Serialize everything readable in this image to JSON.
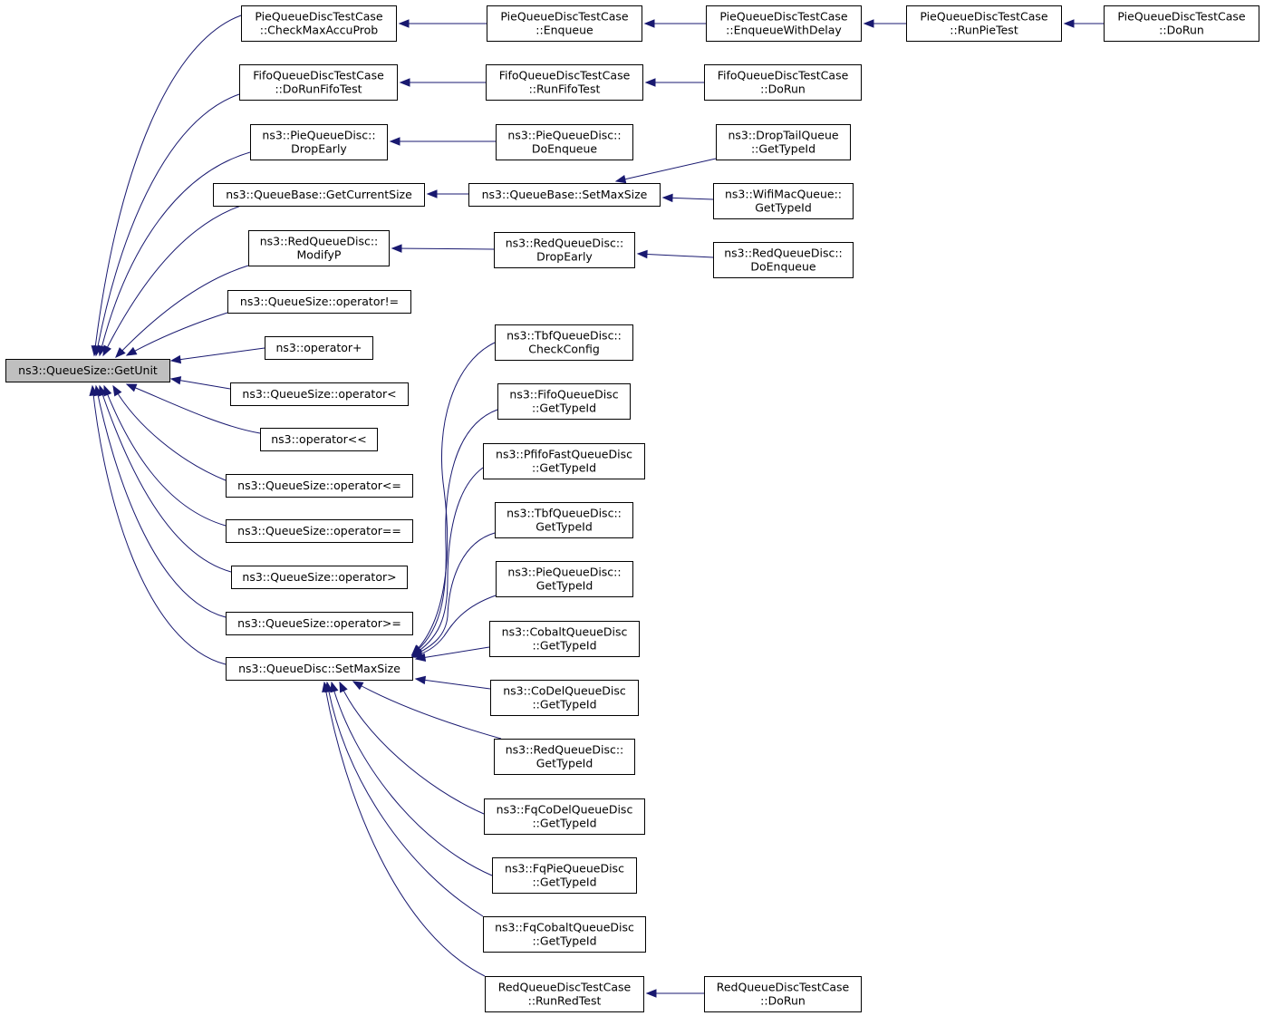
{
  "nodes": [
    {
      "id": "root",
      "lines": [
        "ns3::QueueSize::GetUnit"
      ],
      "root": true
    },
    {
      "id": "pie_checkmax",
      "lines": [
        "PieQueueDiscTestCase",
        "::CheckMaxAccuProb"
      ]
    },
    {
      "id": "pie_enqueue",
      "lines": [
        "PieQueueDiscTestCase",
        "::Enqueue"
      ]
    },
    {
      "id": "pie_enqueue_delay",
      "lines": [
        "PieQueueDiscTestCase",
        "::EnqueueWithDelay"
      ]
    },
    {
      "id": "pie_runpie",
      "lines": [
        "PieQueueDiscTestCase",
        "::RunPieTest"
      ]
    },
    {
      "id": "pie_dorun",
      "lines": [
        "PieQueueDiscTestCase",
        "::DoRun"
      ]
    },
    {
      "id": "fifo_dorunfifo",
      "lines": [
        "FifoQueueDiscTestCase",
        "::DoRunFifoTest"
      ]
    },
    {
      "id": "fifo_runfifo",
      "lines": [
        "FifoQueueDiscTestCase",
        "::RunFifoTest"
      ]
    },
    {
      "id": "fifo_dorun",
      "lines": [
        "FifoQueueDiscTestCase",
        "::DoRun"
      ]
    },
    {
      "id": "pie_dropearly",
      "lines": [
        "ns3::PieQueueDisc::",
        "DropEarly"
      ]
    },
    {
      "id": "pie_doenqueue",
      "lines": [
        "ns3::PieQueueDisc::",
        "DoEnqueue"
      ]
    },
    {
      "id": "qb_getcurrent",
      "lines": [
        "ns3::QueueBase::GetCurrentSize"
      ]
    },
    {
      "id": "qb_setmax",
      "lines": [
        "ns3::QueueBase::SetMaxSize"
      ]
    },
    {
      "id": "droptail_typeid",
      "lines": [
        "ns3::DropTailQueue",
        "::GetTypeId"
      ]
    },
    {
      "id": "wifimac_typeid",
      "lines": [
        "ns3::WifiMacQueue::",
        "GetTypeId"
      ]
    },
    {
      "id": "red_modifyp",
      "lines": [
        "ns3::RedQueueDisc::",
        "ModifyP"
      ]
    },
    {
      "id": "red_dropearly",
      "lines": [
        "ns3::RedQueueDisc::",
        "DropEarly"
      ]
    },
    {
      "id": "red_doenqueue",
      "lines": [
        "ns3::RedQueueDisc::",
        "DoEnqueue"
      ]
    },
    {
      "id": "op_ne",
      "lines": [
        "ns3::QueueSize::operator!="
      ]
    },
    {
      "id": "op_plus",
      "lines": [
        "ns3::operator+"
      ]
    },
    {
      "id": "op_lt",
      "lines": [
        "ns3::QueueSize::operator<"
      ]
    },
    {
      "id": "op_shl",
      "lines": [
        "ns3::operator<<"
      ]
    },
    {
      "id": "op_le",
      "lines": [
        "ns3::QueueSize::operator<="
      ]
    },
    {
      "id": "op_eq",
      "lines": [
        "ns3::QueueSize::operator=="
      ]
    },
    {
      "id": "op_gt",
      "lines": [
        "ns3::QueueSize::operator>"
      ]
    },
    {
      "id": "op_ge",
      "lines": [
        "ns3::QueueSize::operator>="
      ]
    },
    {
      "id": "qd_setmax",
      "lines": [
        "ns3::QueueDisc::SetMaxSize"
      ]
    },
    {
      "id": "tbf_checkconfig",
      "lines": [
        "ns3::TbfQueueDisc::",
        "CheckConfig"
      ]
    },
    {
      "id": "fifo_typeid",
      "lines": [
        "ns3::FifoQueueDisc",
        "::GetTypeId"
      ]
    },
    {
      "id": "pfifo_typeid",
      "lines": [
        "ns3::PfifoFastQueueDisc",
        "::GetTypeId"
      ]
    },
    {
      "id": "tbf_typeid",
      "lines": [
        "ns3::TbfQueueDisc::",
        "GetTypeId"
      ]
    },
    {
      "id": "pie_typeid",
      "lines": [
        "ns3::PieQueueDisc::",
        "GetTypeId"
      ]
    },
    {
      "id": "cobalt_typeid",
      "lines": [
        "ns3::CobaltQueueDisc",
        "::GetTypeId"
      ]
    },
    {
      "id": "codel_typeid",
      "lines": [
        "ns3::CoDelQueueDisc",
        "::GetTypeId"
      ]
    },
    {
      "id": "red_typeid",
      "lines": [
        "ns3::RedQueueDisc::",
        "GetTypeId"
      ]
    },
    {
      "id": "fqcodel_typeid",
      "lines": [
        "ns3::FqCoDelQueueDisc",
        "::GetTypeId"
      ]
    },
    {
      "id": "fqpie_typeid",
      "lines": [
        "ns3::FqPieQueueDisc",
        "::GetTypeId"
      ]
    },
    {
      "id": "fqcobalt_typeid",
      "lines": [
        "ns3::FqCobaltQueueDisc",
        "::GetTypeId"
      ]
    },
    {
      "id": "red_runred",
      "lines": [
        "RedQueueDiscTestCase",
        "::RunRedTest"
      ]
    },
    {
      "id": "red_dorun",
      "lines": [
        "RedQueueDiscTestCase",
        "::DoRun"
      ]
    }
  ],
  "edges": [
    {
      "from": "pie_checkmax",
      "to": "root"
    },
    {
      "from": "fifo_dorunfifo",
      "to": "root"
    },
    {
      "from": "pie_dropearly",
      "to": "root"
    },
    {
      "from": "qb_getcurrent",
      "to": "root"
    },
    {
      "from": "red_modifyp",
      "to": "root"
    },
    {
      "from": "op_ne",
      "to": "root"
    },
    {
      "from": "op_plus",
      "to": "root"
    },
    {
      "from": "op_lt",
      "to": "root"
    },
    {
      "from": "op_shl",
      "to": "root"
    },
    {
      "from": "op_le",
      "to": "root"
    },
    {
      "from": "op_eq",
      "to": "root"
    },
    {
      "from": "op_gt",
      "to": "root"
    },
    {
      "from": "op_ge",
      "to": "root"
    },
    {
      "from": "qd_setmax",
      "to": "root"
    },
    {
      "from": "pie_enqueue",
      "to": "pie_checkmax"
    },
    {
      "from": "pie_enqueue_delay",
      "to": "pie_enqueue"
    },
    {
      "from": "pie_runpie",
      "to": "pie_enqueue_delay"
    },
    {
      "from": "pie_dorun",
      "to": "pie_runpie"
    },
    {
      "from": "fifo_runfifo",
      "to": "fifo_dorunfifo"
    },
    {
      "from": "fifo_dorun",
      "to": "fifo_runfifo"
    },
    {
      "from": "pie_doenqueue",
      "to": "pie_dropearly"
    },
    {
      "from": "qb_setmax",
      "to": "qb_getcurrent"
    },
    {
      "from": "droptail_typeid",
      "to": "qb_setmax"
    },
    {
      "from": "wifimac_typeid",
      "to": "qb_setmax"
    },
    {
      "from": "red_dropearly",
      "to": "red_modifyp"
    },
    {
      "from": "red_doenqueue",
      "to": "red_dropearly"
    },
    {
      "from": "tbf_checkconfig",
      "to": "qd_setmax"
    },
    {
      "from": "fifo_typeid",
      "to": "qd_setmax"
    },
    {
      "from": "pfifo_typeid",
      "to": "qd_setmax"
    },
    {
      "from": "tbf_typeid",
      "to": "qd_setmax"
    },
    {
      "from": "pie_typeid",
      "to": "qd_setmax"
    },
    {
      "from": "cobalt_typeid",
      "to": "qd_setmax"
    },
    {
      "from": "codel_typeid",
      "to": "qd_setmax"
    },
    {
      "from": "red_typeid",
      "to": "qd_setmax"
    },
    {
      "from": "fqcodel_typeid",
      "to": "qd_setmax"
    },
    {
      "from": "fqpie_typeid",
      "to": "qd_setmax"
    },
    {
      "from": "fqcobalt_typeid",
      "to": "qd_setmax"
    },
    {
      "from": "red_runred",
      "to": "qd_setmax"
    },
    {
      "from": "red_dorun",
      "to": "red_runred"
    }
  ]
}
